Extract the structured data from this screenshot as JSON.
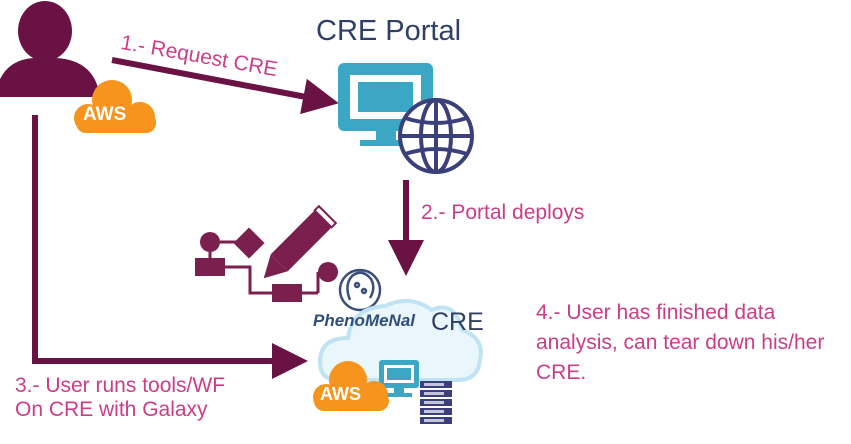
{
  "portal": {
    "title": "CRE Portal"
  },
  "steps": {
    "step1": "1.- Request CRE",
    "step2": "2.- Portal deploys",
    "step3_line1": "3.- User runs tools/WF",
    "step3_line2": "On CRE with Galaxy",
    "step4": "4.- User has finished data analysis, can tear down his/her CRE."
  },
  "cre": {
    "label": "CRE",
    "brand": "PhenoMeNal"
  },
  "aws": {
    "label": "AWS"
  },
  "icons": [
    "user-icon",
    "aws-cloud-icon",
    "monitor-icon",
    "globe-icon",
    "workflow-icon",
    "pencil-icon",
    "phenomenal-logo-icon",
    "cloud-icon",
    "server-icon"
  ],
  "colors": {
    "arrow": "#6b1245",
    "user": "#6b1245",
    "label": "#cc3d86",
    "title": "#2f3f66",
    "aws": "#f7941d",
    "monitor": "#3ba7c4",
    "globe": "#3b3f7a",
    "workflow": "#7b1f4f",
    "cloud": "#bfe3f2"
  }
}
